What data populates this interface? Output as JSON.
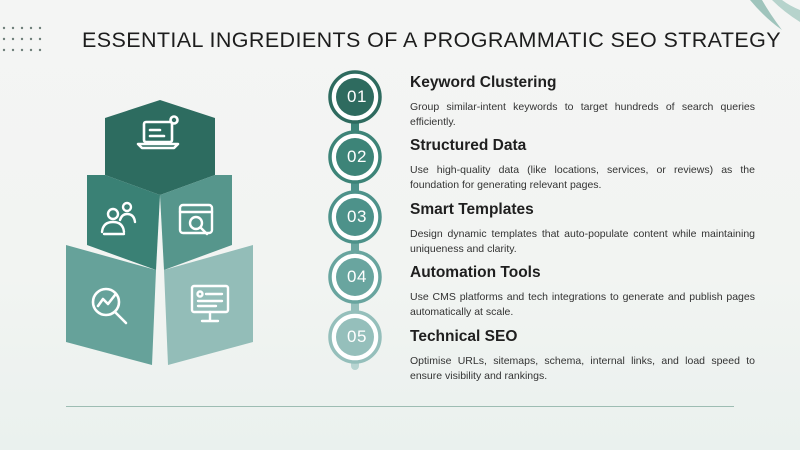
{
  "title": "ESSENTIAL INGREDIENTS OF A PROGRAMMATIC SEO STRATEGY",
  "colors": {
    "dark_teal": "#2e6b5f",
    "mid_teal": "#3d8478",
    "teal": "#4d928a",
    "light_teal": "#69a59f",
    "pale_teal": "#95bfbb",
    "accent_line": "#9dbdb3"
  },
  "icons": [
    "laptop-icon",
    "users-icon",
    "web-search-icon",
    "analytics-icon",
    "dashboard-monitor-icon"
  ],
  "steps": [
    {
      "number": "01",
      "heading": "Keyword Clustering",
      "description": "Group similar-intent keywords to target hundreds of search queries efficiently."
    },
    {
      "number": "02",
      "heading": "Structured Data",
      "description": "Use high-quality data (like locations, services, or reviews) as the foundation for generating relevant pages."
    },
    {
      "number": "03",
      "heading": "Smart Templates",
      "description": "Design dynamic templates that auto-populate content while maintaining uniqueness and clarity."
    },
    {
      "number": "04",
      "heading": "Automation Tools",
      "description": "Use CMS platforms and tech integrations to generate and publish pages automatically at scale."
    },
    {
      "number": "05",
      "heading": "Technical SEO",
      "description": "Optimise URLs, sitemaps, schema, internal links, and load speed to ensure visibility and rankings."
    }
  ]
}
